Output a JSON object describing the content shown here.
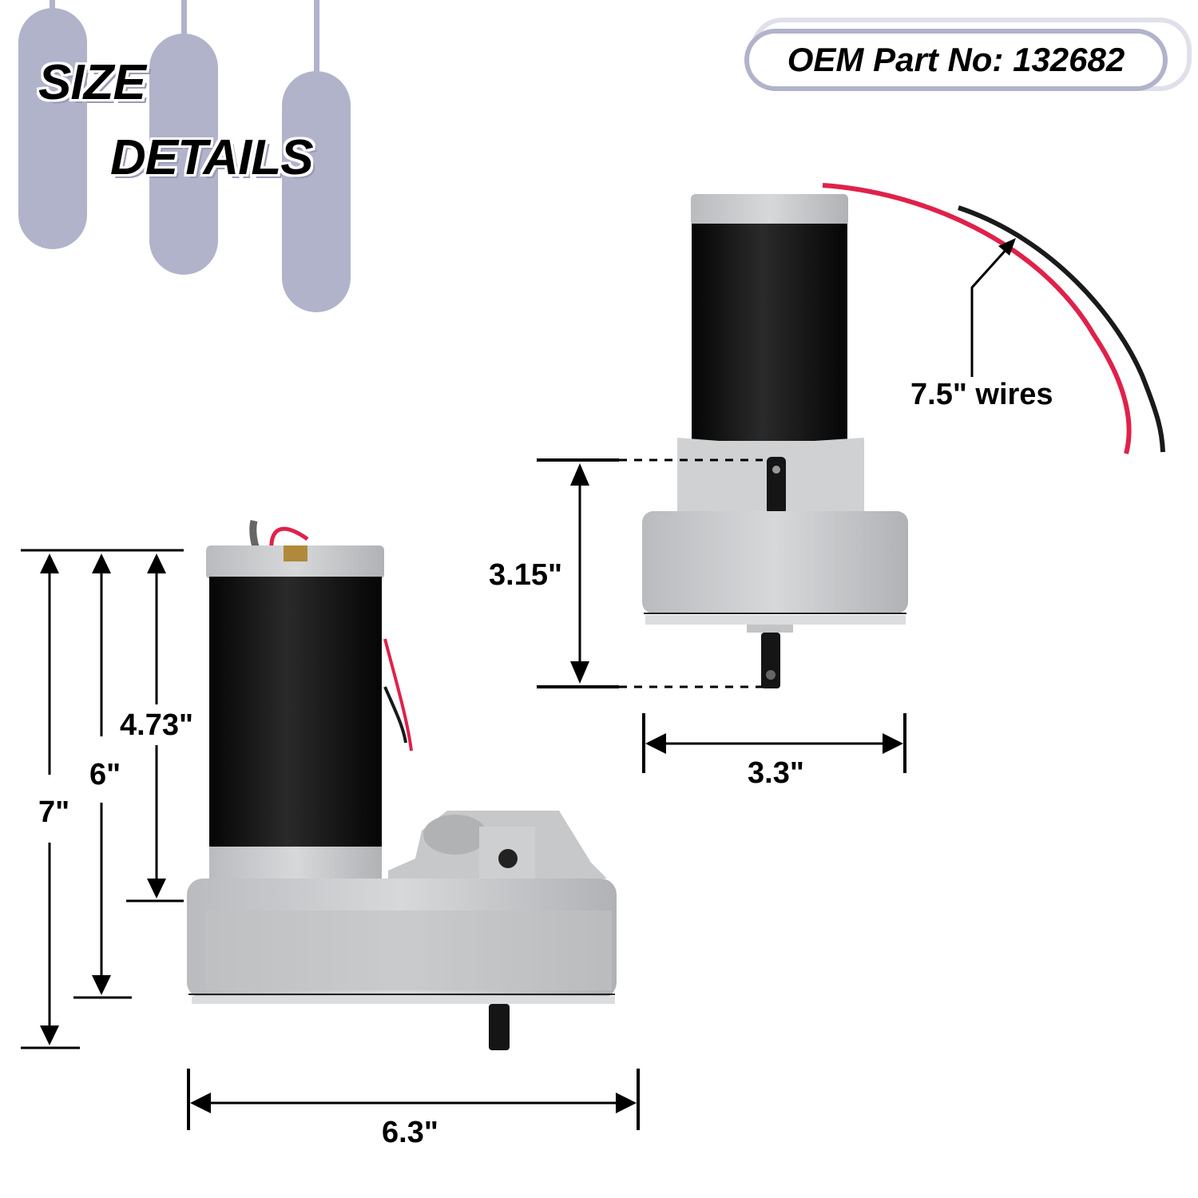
{
  "header": {
    "title_line1": "SIZE",
    "title_line2": "DETAILS",
    "part_number_badge": "OEM Part No: 132682"
  },
  "colors": {
    "decor_pill": "#b1b3cb",
    "badge_back": "#dfe0ea",
    "motor_body": "#111111",
    "housing": "#c9cbcd",
    "wire_red": "#e0214a",
    "wire_black": "#1a1a1a"
  },
  "side_view": {
    "dimensions": {
      "total_height": "7\"",
      "height_to_base_bottom": "6\"",
      "motor_height": "4.73\"",
      "width": "6.3\""
    }
  },
  "front_view": {
    "dimensions": {
      "shaft_height": "3.15\"",
      "width": "3.3\""
    },
    "wire_callout": "7.5\" wires"
  }
}
